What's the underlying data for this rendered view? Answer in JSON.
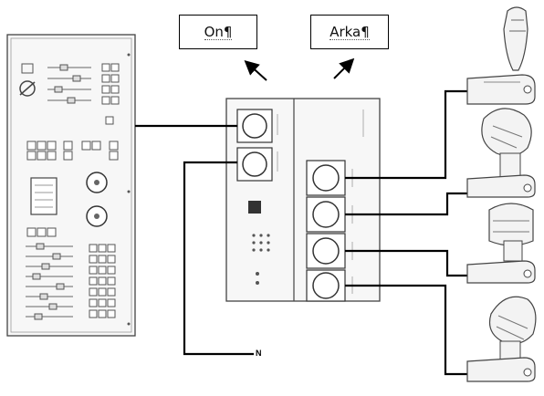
{
  "labels": {
    "front": "On¶",
    "back": "Arka¶"
  },
  "wire_end_label": "N",
  "hub_ports": {
    "inputs": 2,
    "outputs": 4
  },
  "colors": {
    "line": "#000000",
    "device_stroke": "#444444",
    "device_fill": "#f5f5f5"
  },
  "devices": [
    {
      "name": "lighting-console"
    },
    {
      "name": "dmx-splitter"
    },
    {
      "name": "moving-head-1"
    },
    {
      "name": "moving-head-2"
    },
    {
      "name": "moving-head-3"
    },
    {
      "name": "moving-head-4"
    }
  ]
}
